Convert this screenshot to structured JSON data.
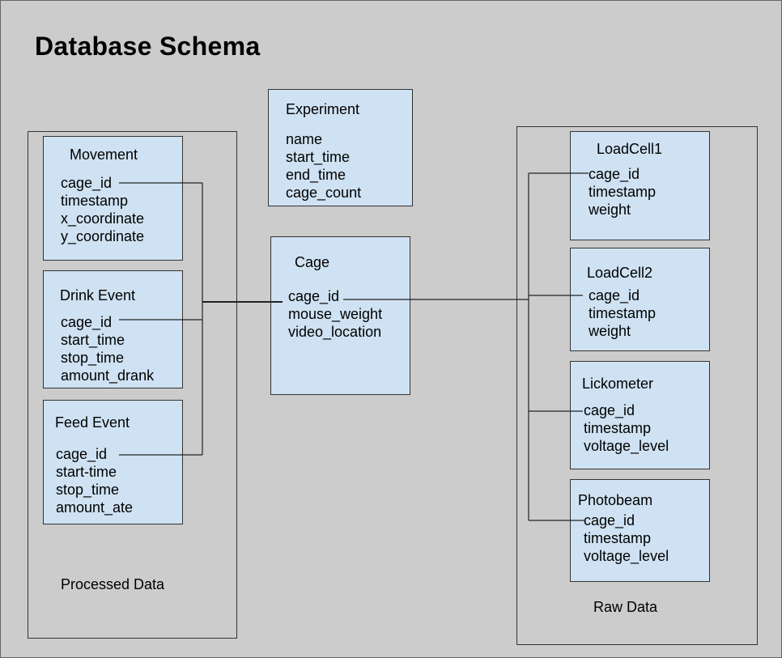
{
  "title": "Database Schema",
  "groups": {
    "processed_label": "Processed Data",
    "raw_label": "Raw Data"
  },
  "tables": {
    "experiment": {
      "name": "Experiment",
      "fields": [
        "name",
        "start_time",
        "end_time",
        "cage_count"
      ]
    },
    "cage": {
      "name": "Cage",
      "fields": [
        "cage_id",
        "mouse_weight",
        "video_location"
      ]
    },
    "movement": {
      "name": "Movement",
      "fields": [
        "cage_id",
        "timestamp",
        "x_coordinate",
        "y_coordinate"
      ]
    },
    "drink_event": {
      "name": "Drink Event",
      "fields": [
        "cage_id",
        "start_time",
        "stop_time",
        "amount_drank"
      ]
    },
    "feed_event": {
      "name": "Feed Event",
      "fields": [
        "cage_id",
        "start-time",
        "stop_time",
        "amount_ate"
      ]
    },
    "loadcell1": {
      "name": "LoadCell1",
      "fields": [
        "cage_id",
        "timestamp",
        "weight"
      ]
    },
    "loadcell2": {
      "name": "LoadCell2",
      "fields": [
        "cage_id",
        "timestamp",
        "weight"
      ]
    },
    "lickometer": {
      "name": "Lickometer",
      "fields": [
        "cage_id",
        "timestamp",
        "voltage_level"
      ]
    },
    "photobeam": {
      "name": "Photobeam",
      "fields": [
        "cage_id",
        "timestamp",
        "voltage_level"
      ]
    }
  },
  "colors": {
    "background": "#cccccc",
    "table_fill": "#cfe2f3",
    "border": "#333333"
  }
}
